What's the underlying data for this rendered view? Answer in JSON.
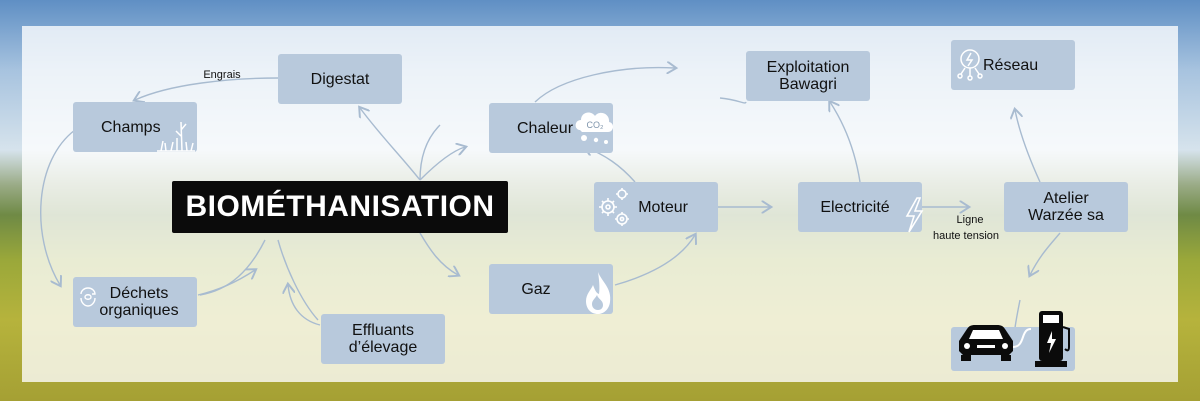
{
  "title": "BIOMÉTHANISATION",
  "nodes": {
    "digestat": "Digestat",
    "champs": "Champs",
    "chaleur": "Chaleur",
    "exploitation": "Exploitation Bawagri",
    "reseau": "Réseau",
    "moteur": "Moteur",
    "electricite": "Electricité",
    "atelier": "Atelier Warzée sa",
    "gaz": "Gaz",
    "dechets": "Déchets organiques",
    "effluants": "Effluants d’élevage"
  },
  "edge_labels": {
    "engrais": "Engrais",
    "ligne_l1": "Ligne",
    "ligne_l2": "haute tension"
  },
  "icons": {
    "chaleur": "co2-cloud-icon",
    "champs": "grass-icon",
    "reseau": "lightbulb-circuit-icon",
    "moteur": "gears-icon",
    "electricite": "lightning-icon",
    "gaz": "flame-icon",
    "dechets": "recycle-leaf-icon",
    "borne": "car-charging-station-icon"
  },
  "colors": {
    "node": "#b8c9dc",
    "title_bg": "#0b0b0b",
    "arrow": "#a8bbd0"
  }
}
